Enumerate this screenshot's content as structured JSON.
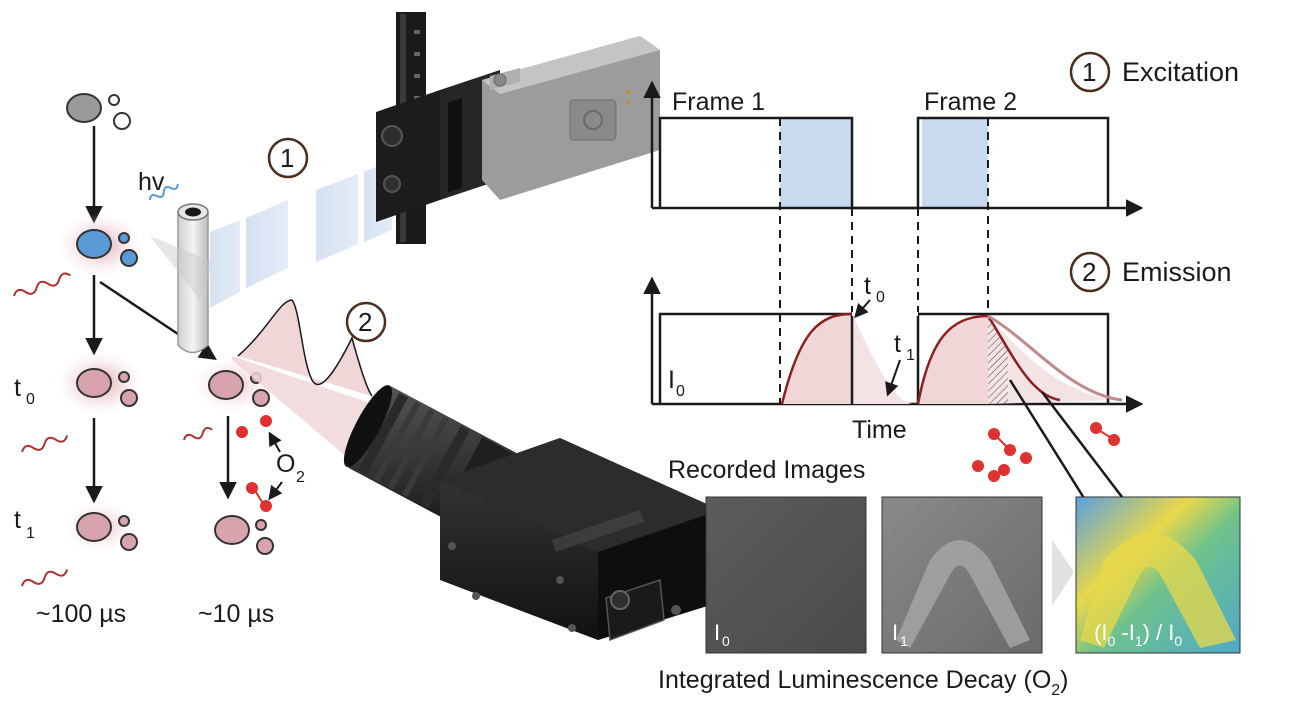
{
  "labels": {
    "hv": "hv",
    "step1": "1",
    "step2": "2",
    "t0": "t",
    "t0_sub": "0",
    "t1": "t",
    "t1_sub": "1",
    "o2": "O",
    "o2_sub": "2",
    "time_slow": "~100 µs",
    "time_fast": "~10 µs"
  },
  "excitation": {
    "number": "1",
    "title": "Excitation",
    "frame1": "Frame 1",
    "frame2": "Frame 2"
  },
  "emission": {
    "number": "2",
    "title": "Emission",
    "i0": "I",
    "i0_sub": "0",
    "t0": "t",
    "t0_sub": "0",
    "t1": "t",
    "t1_sub": "1",
    "xaxis": "Time"
  },
  "images": {
    "heading": "Recorded Images",
    "img1": "I",
    "img1_sub": "0",
    "img2": "I",
    "img2_sub": "1",
    "result_a": "(I",
    "result_sub0": "0",
    "result_b": " -I",
    "result_sub1": "1",
    "result_c": ") / I",
    "result_sub2": "0"
  },
  "caption": {
    "text": "Integrated Luminescence Decay (O",
    "sub": "2",
    "close": ")"
  },
  "colors": {
    "ground_state": "#9a9a9a",
    "excited": "#5b9bd5",
    "luminescent": "#d9a3ad",
    "glow": "#e8c3c9",
    "oxygen": "#e03030",
    "wave": "#b03030",
    "window": "#c9d9ee",
    "decay_fill": "#f1d6d8",
    "decay_line": "#8b2020"
  }
}
